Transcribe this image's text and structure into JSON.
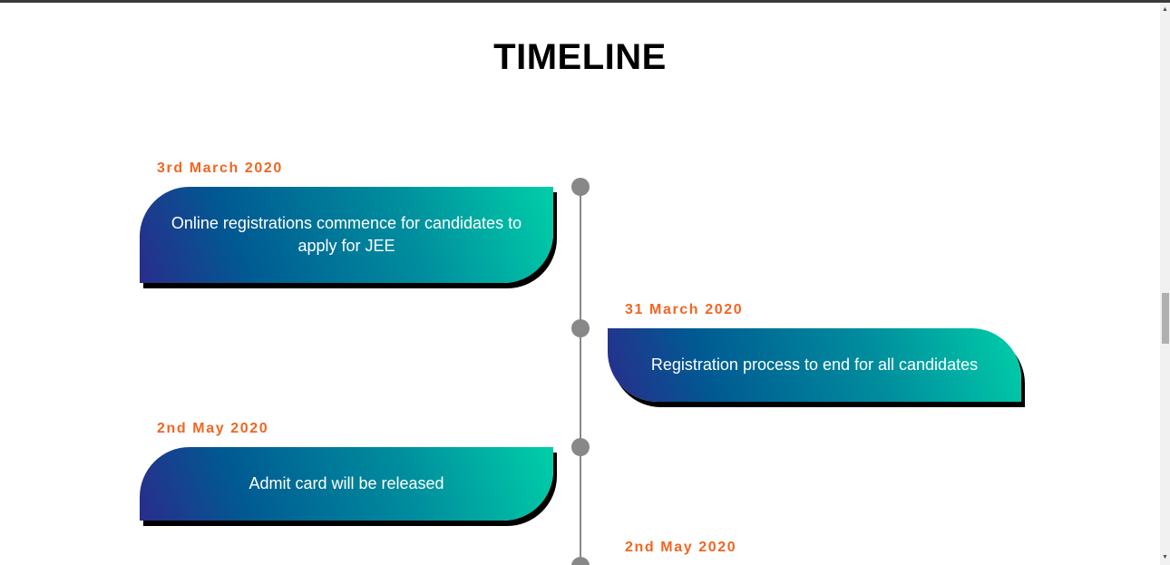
{
  "title": "TIMELINE",
  "events": [
    {
      "date": "3rd March 2020",
      "text": "Online registrations commence for candidates to apply for JEE",
      "side": "left"
    },
    {
      "date": "31 March 2020",
      "text": "Registration process to end for all candidates",
      "side": "right"
    },
    {
      "date": "2nd May 2020",
      "text": "Admit card will be released",
      "side": "left"
    },
    {
      "date": "2nd May 2020",
      "text": "",
      "side": "right"
    }
  ],
  "colors": {
    "date": "#f26522",
    "gradient_start": "#2a2c8c",
    "gradient_end": "#00cfa8",
    "axis": "#888888"
  },
  "icons": {
    "scroll_up": "triangle-up-icon",
    "scroll_down": "triangle-down-icon"
  }
}
